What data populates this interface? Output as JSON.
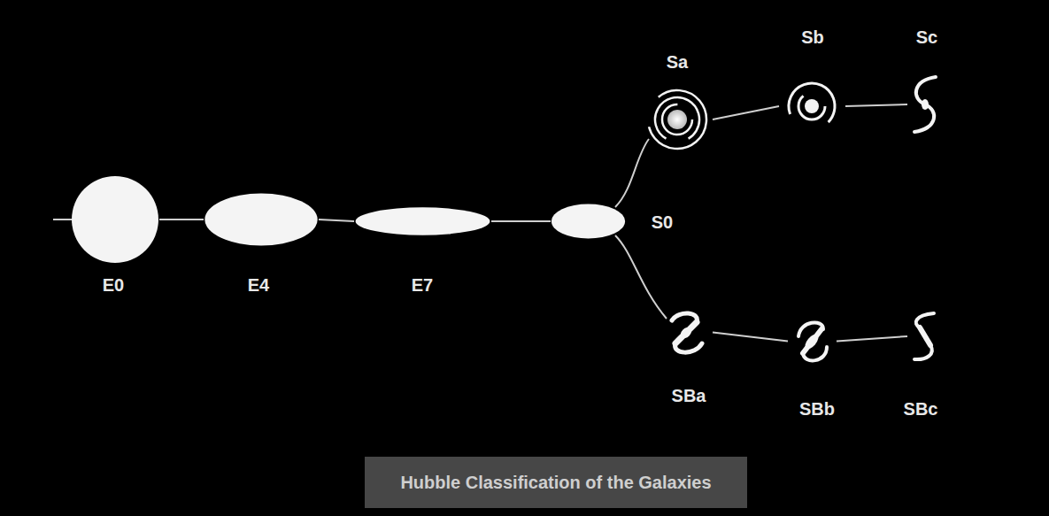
{
  "diagram": {
    "caption": "Hubble Classification of the Galaxies",
    "nodes": [
      {
        "text": [
          "E0"
        ]
      },
      {
        "text": [
          "E4"
        ]
      },
      {
        "text": [
          "E7"
        ]
      },
      {
        "text": [
          "S0"
        ]
      },
      {
        "text": [
          "Sa"
        ]
      },
      {
        "text": [
          "Sb"
        ]
      },
      {
        "text": [
          "Sc"
        ]
      },
      {
        "text": [
          "SBa"
        ]
      },
      {
        "text": [
          "SBb"
        ]
      },
      {
        "text": [
          "SBc"
        ]
      }
    ],
    "edges": [
      {
        "from": 0,
        "to": 1,
        "arrow": "none"
      },
      {
        "from": 1,
        "to": 2,
        "arrow": "none"
      },
      {
        "from": 2,
        "to": 3,
        "arrow": "none"
      },
      {
        "from": 3,
        "to": 4,
        "arrow": "none"
      },
      {
        "from": 4,
        "to": 5,
        "arrow": "none"
      },
      {
        "from": 5,
        "to": 6,
        "arrow": "none"
      },
      {
        "from": 3,
        "to": 7,
        "arrow": "none"
      },
      {
        "from": 7,
        "to": 8,
        "arrow": "none"
      },
      {
        "from": 8,
        "to": 9,
        "arrow": "none"
      }
    ]
  }
}
